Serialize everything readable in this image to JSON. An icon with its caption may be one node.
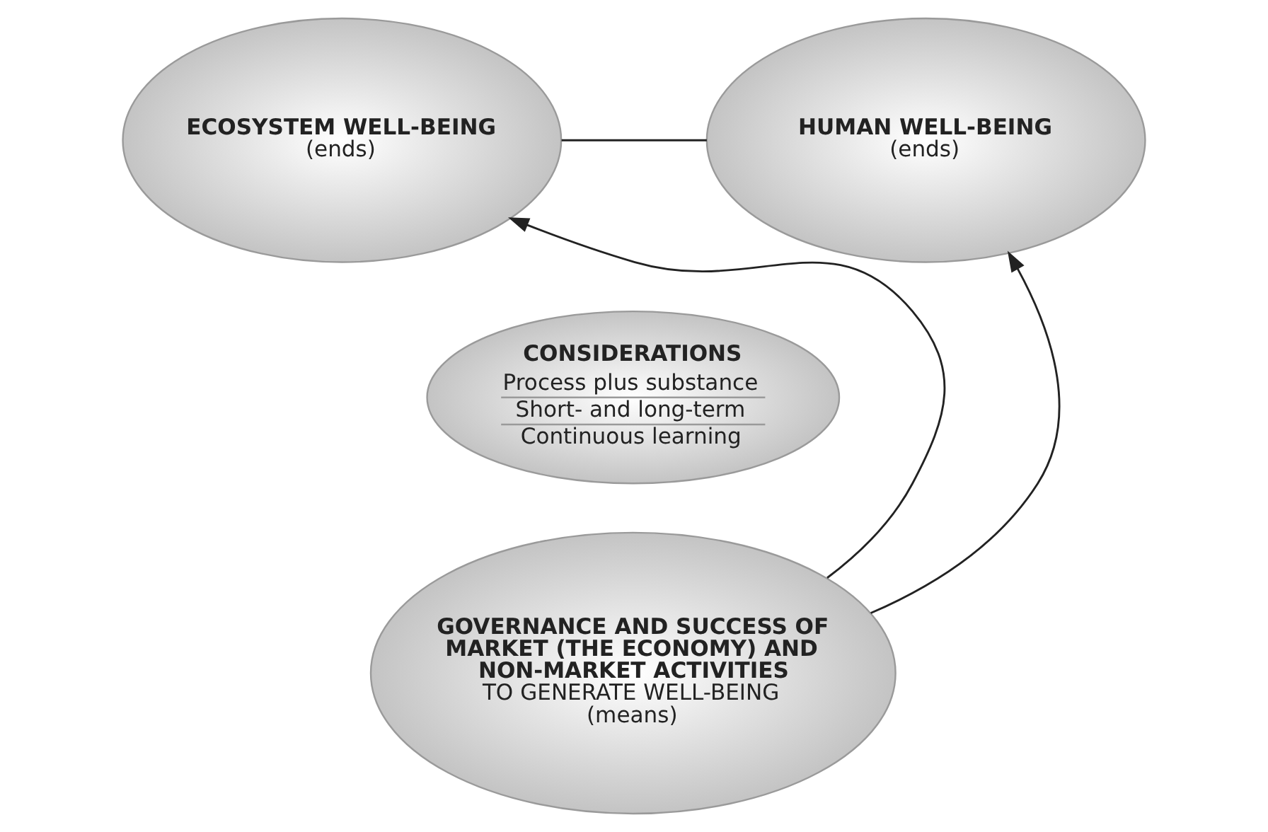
{
  "diagram": {
    "nodes": [
      {
        "text": [
          "ECOSYSTEM WELL-BEING",
          "(ends)"
        ]
      },
      {
        "text": [
          "HUMAN WELL-BEING",
          "(ends)"
        ]
      },
      {
        "text": [
          "CONSIDERATIONS",
          "Process plus substance",
          "Short- and long-term",
          "Continuous learning"
        ]
      },
      {
        "text": [
          "GOVERNANCE AND SUCCESS OF MARKET (THE ECONOMY) AND NON-MARKET ACTIVITIES",
          "TO GENERATE WELL-BEING",
          "(means)"
        ]
      }
    ],
    "edges": [
      {
        "from": 0,
        "to": 1,
        "arrow": "none"
      },
      {
        "from": 3,
        "to": 0,
        "arrow": "to"
      },
      {
        "from": 3,
        "to": 1,
        "arrow": "to"
      }
    ]
  }
}
